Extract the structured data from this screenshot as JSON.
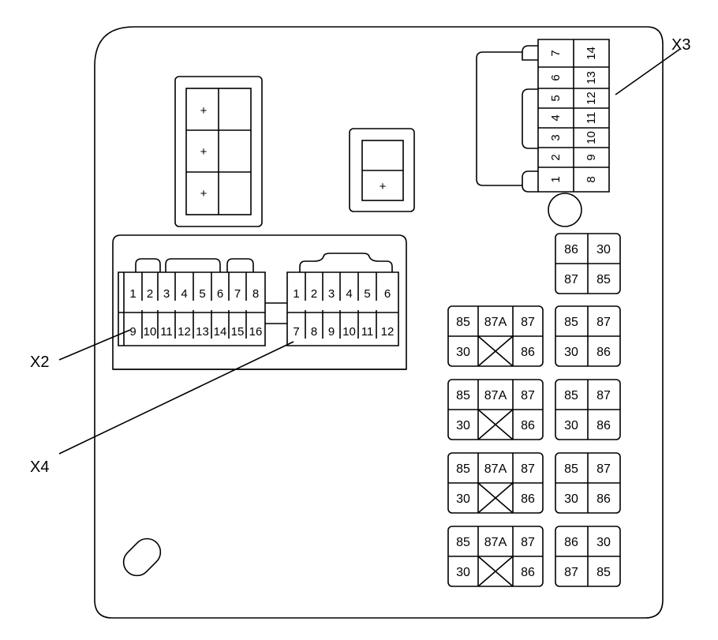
{
  "labels": {
    "x2": "X2",
    "x3": "X3",
    "x4": "X4"
  },
  "fuse_holders": {
    "left_marks": [
      "+",
      "+",
      "+"
    ],
    "center_mark": "+"
  },
  "x2": {
    "top_pins": [
      "1",
      "2",
      "3",
      "4",
      "5",
      "6",
      "7",
      "8"
    ],
    "bottom_pins": [
      "9",
      "10",
      "11",
      "12",
      "13",
      "14",
      "15",
      "16"
    ]
  },
  "x4": {
    "top_pins": [
      "1",
      "2",
      "3",
      "4",
      "5",
      "6"
    ],
    "bottom_pins": [
      "7",
      "8",
      "9",
      "10",
      "11",
      "12"
    ]
  },
  "x3": {
    "left_pins": [
      "7",
      "6",
      "5",
      "4",
      "3",
      "2",
      "1"
    ],
    "right_pins": [
      "14",
      "13",
      "12",
      "11",
      "10",
      "9",
      "8"
    ]
  },
  "relays": {
    "large": [
      {
        "top": [
          "85",
          "87A",
          "87"
        ],
        "bottom": [
          "30",
          "86"
        ]
      },
      {
        "top": [
          "85",
          "87A",
          "87"
        ],
        "bottom": [
          "30",
          "86"
        ]
      },
      {
        "top": [
          "85",
          "87A",
          "87"
        ],
        "bottom": [
          "30",
          "86"
        ]
      },
      {
        "top": [
          "85",
          "87A",
          "87"
        ],
        "bottom": [
          "30",
          "86"
        ]
      }
    ],
    "small": [
      {
        "top": [
          "86",
          "30"
        ],
        "bottom": [
          "87",
          "85"
        ]
      },
      {
        "top": [
          "85",
          "87"
        ],
        "bottom": [
          "30",
          "86"
        ]
      },
      {
        "top": [
          "85",
          "87"
        ],
        "bottom": [
          "30",
          "86"
        ]
      },
      {
        "top": [
          "85",
          "87"
        ],
        "bottom": [
          "30",
          "86"
        ]
      },
      {
        "top": [
          "86",
          "30"
        ],
        "bottom": [
          "87",
          "85"
        ]
      }
    ]
  }
}
